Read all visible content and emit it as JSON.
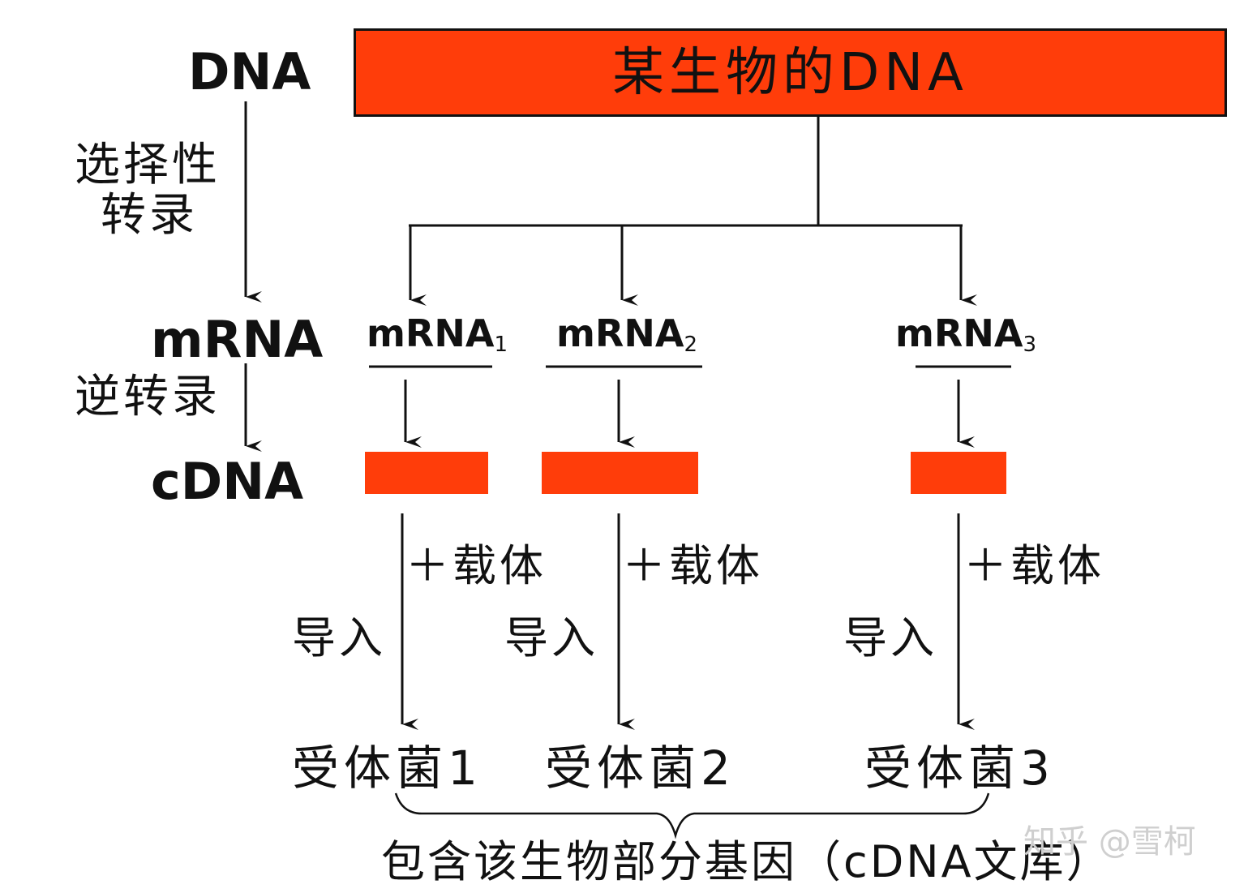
{
  "colors": {
    "accent": "#ff3d0a",
    "ink": "#111111",
    "watermark": "#cfcfcf"
  },
  "left_axis": {
    "dna": "DNA",
    "selective_transcription_1": "选择性",
    "selective_transcription_2": "转录",
    "mrna": "mRNA",
    "reverse_transcription": "逆转录",
    "cdna": "cDNA"
  },
  "top_box": {
    "label": "某生物的DNA"
  },
  "columns": [
    {
      "mrna": "mRNA",
      "sub": "1",
      "vector": "＋载体",
      "import": "导入",
      "bacterium": "受体菌1"
    },
    {
      "mrna": "mRNA",
      "sub": "2",
      "vector": "＋载体",
      "import": "导入",
      "bacterium": "受体菌2"
    },
    {
      "mrna": "mRNA",
      "sub": "3",
      "vector": "＋载体",
      "import": "导入",
      "bacterium": "受体菌3"
    }
  ],
  "library_label": "包含该生物部分基因（cDNA文库）",
  "watermark": "知乎 @雪柯"
}
